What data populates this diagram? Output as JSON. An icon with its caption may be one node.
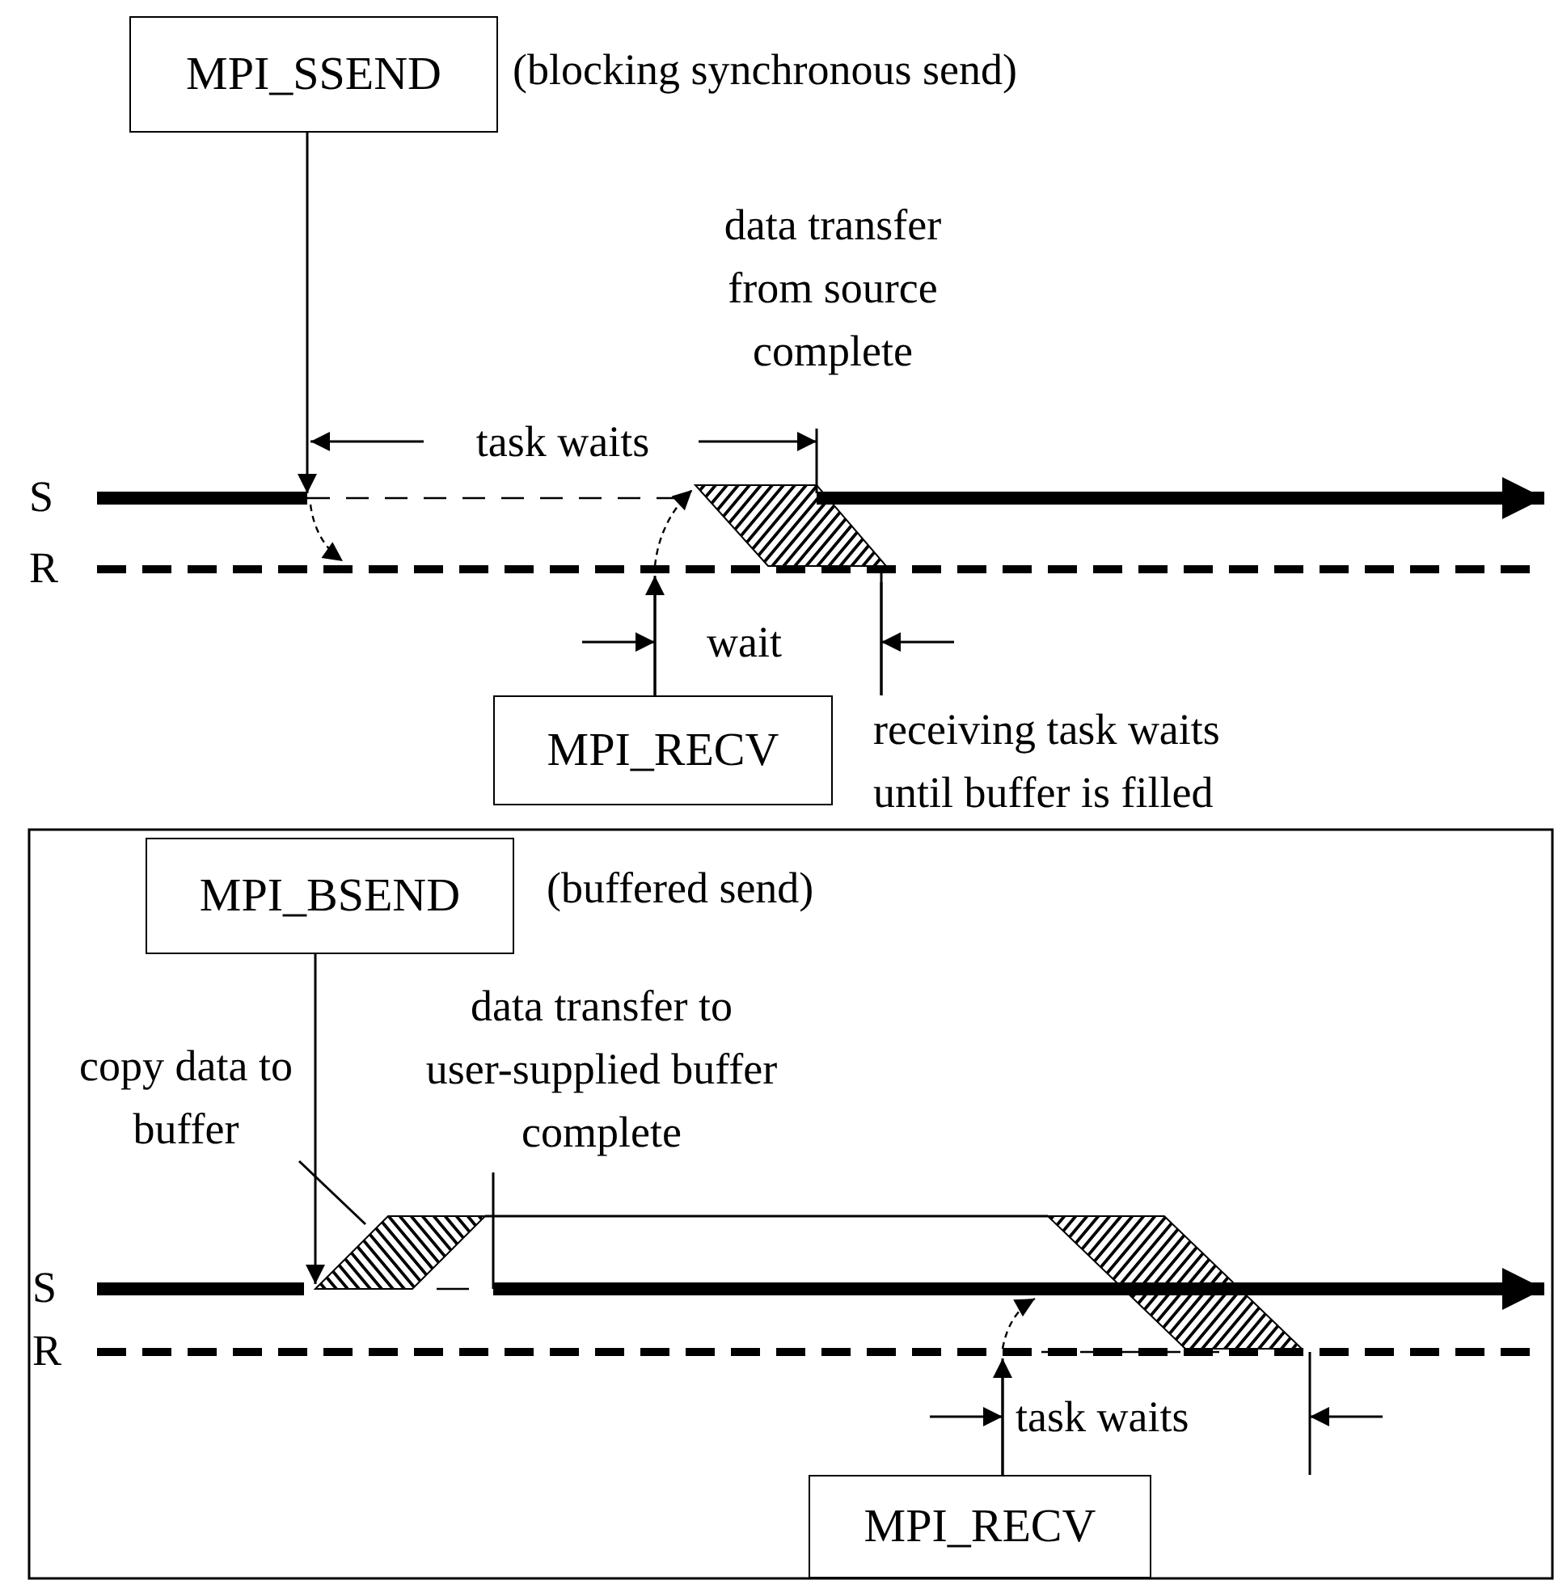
{
  "diagram": {
    "nodes": [
      {
        "text": [
          "MPI_SSEND"
        ],
        "beside": [
          "(blocking synchronous send)"
        ]
      },
      {
        "text": [],
        "shape": "parallelogram"
      },
      {
        "text": [
          "MPI_RECV"
        ]
      },
      {
        "text": [
          "MPI_BSEND"
        ],
        "beside": [
          "(buffered send)"
        ]
      },
      {
        "text": [
          "copy data to buffer"
        ]
      },
      {
        "text": [],
        "shape": "parallelogram"
      },
      {
        "text": [],
        "shape": "parallelogram"
      },
      {
        "text": [
          "MPI_RECV"
        ]
      }
    ],
    "edges": [
      {
        "from": 0,
        "to": null,
        "arrow": "to"
      },
      {
        "from": 2,
        "to": null,
        "arrow": "to"
      },
      {
        "from": 3,
        "to": 5,
        "arrow": "to"
      },
      {
        "from": 4,
        "to": 5,
        "arrow": "none"
      },
      {
        "from": 7,
        "to": null,
        "arrow": "to"
      },
      {
        "from": 5,
        "to": 6,
        "arrow": "none"
      }
    ],
    "labels": [
      "data transfer from source complete",
      "task waits",
      "S",
      "R",
      "wait",
      "receiving task waits until buffer is filled",
      "data transfer to user-supplied buffer complete",
      "S",
      "R",
      "task waits"
    ]
  }
}
